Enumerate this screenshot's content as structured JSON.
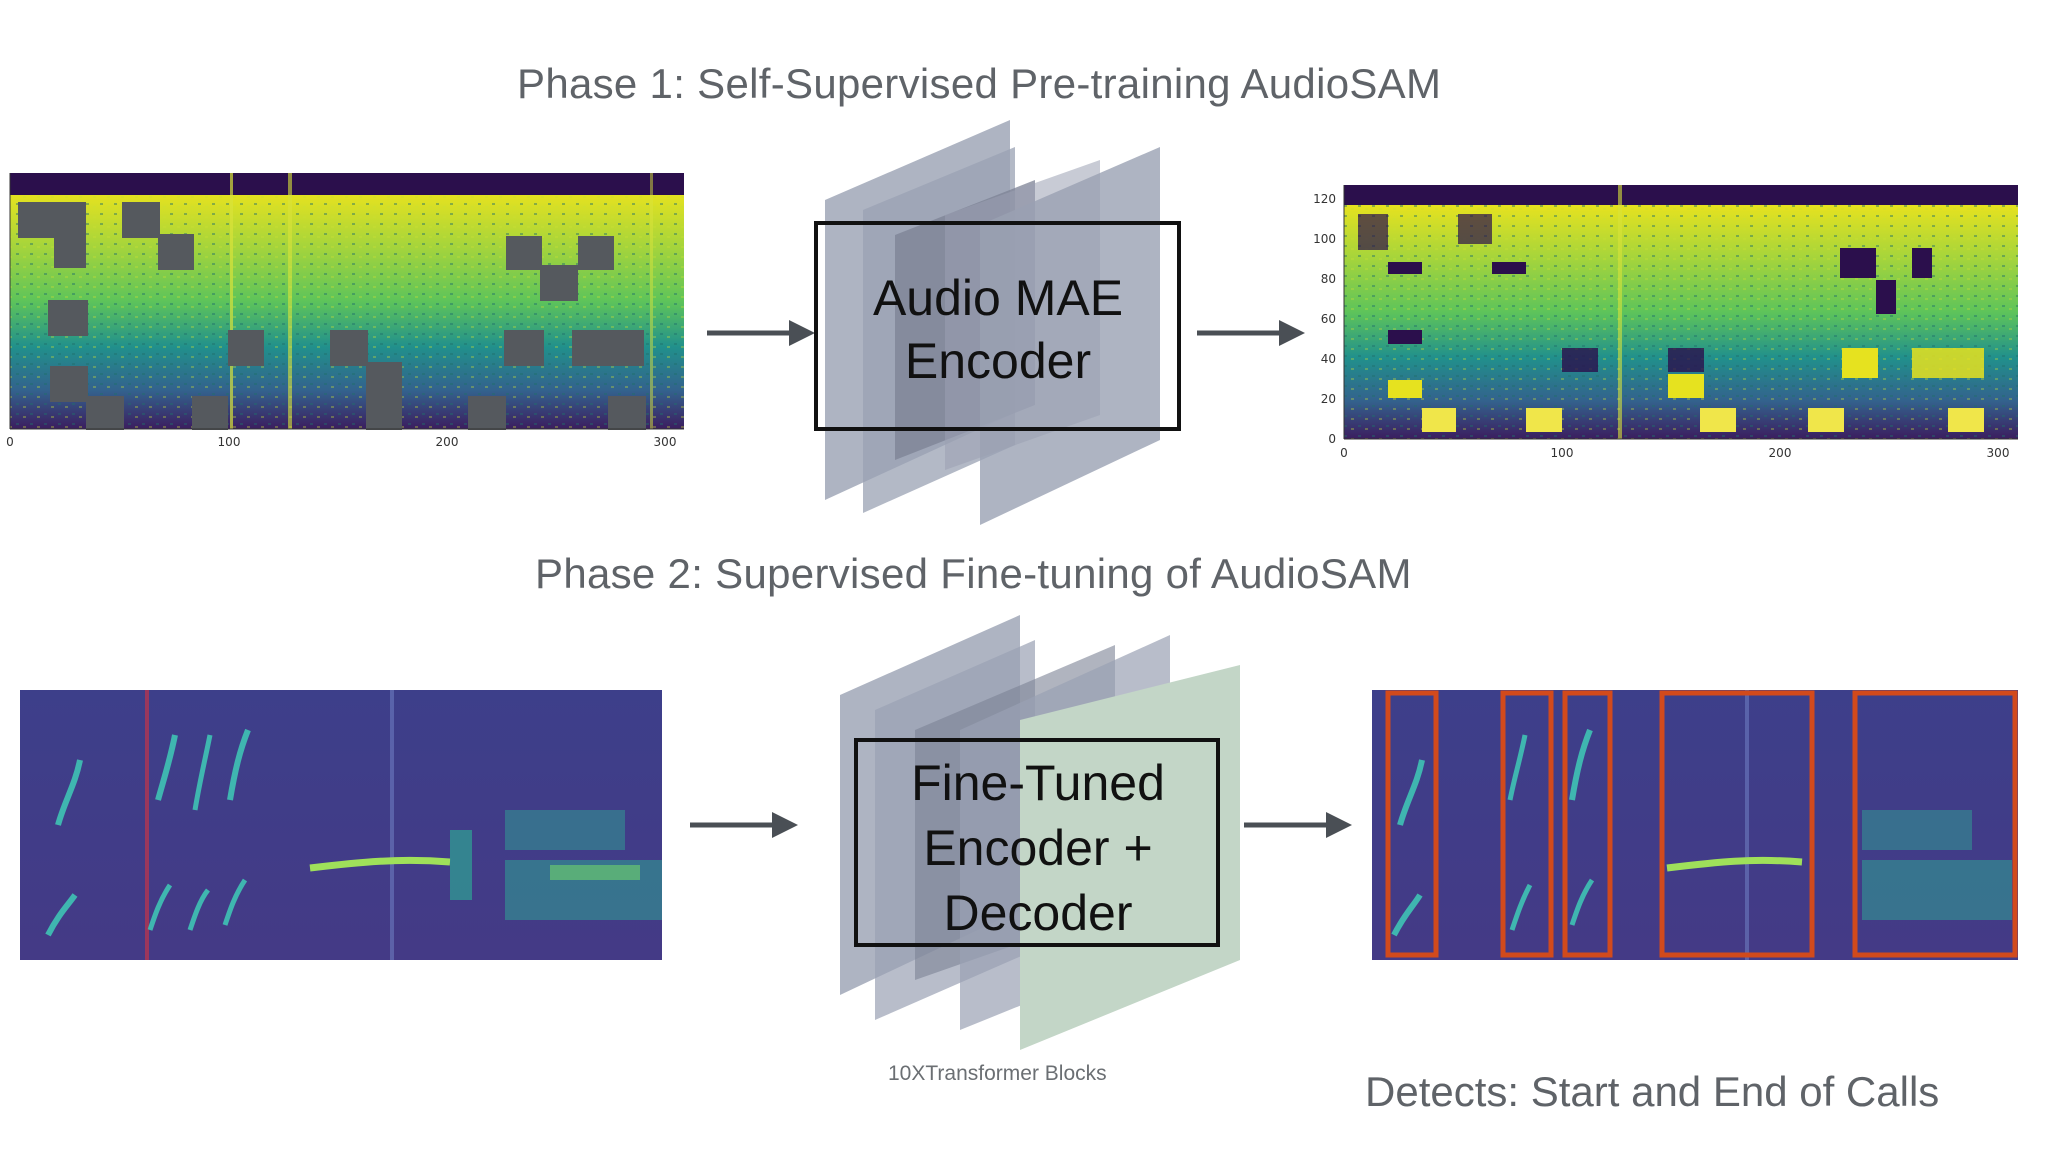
{
  "phase1": {
    "title": "Phase 1: Self-Supervised Pre-training AudioSAM",
    "encoder_label_lines": [
      "Audio MAE",
      "Encoder"
    ],
    "input_x_ticks": [
      "0",
      "100",
      "200",
      "300"
    ],
    "output_x_ticks": [
      "0",
      "100",
      "200",
      "300"
    ],
    "output_y_ticks": [
      "0",
      "20",
      "40",
      "60",
      "80",
      "100",
      "120"
    ]
  },
  "phase2": {
    "title": "Phase 2: Supervised Fine-tuning of AudioSAM",
    "block_label_lines": [
      "Fine-Tuned",
      "Encoder +",
      "Decoder"
    ],
    "caption": "10XTransformer Blocks",
    "detects": "Detects: Start and End of Calls"
  },
  "colors": {
    "title": "#5f6368",
    "panel_gray": "#9aa1b3",
    "panel_green": "#c3d6c7",
    "arrow": "#4a4f55",
    "detection_box": "#d24a1c",
    "mask_patch": "#55595e"
  }
}
